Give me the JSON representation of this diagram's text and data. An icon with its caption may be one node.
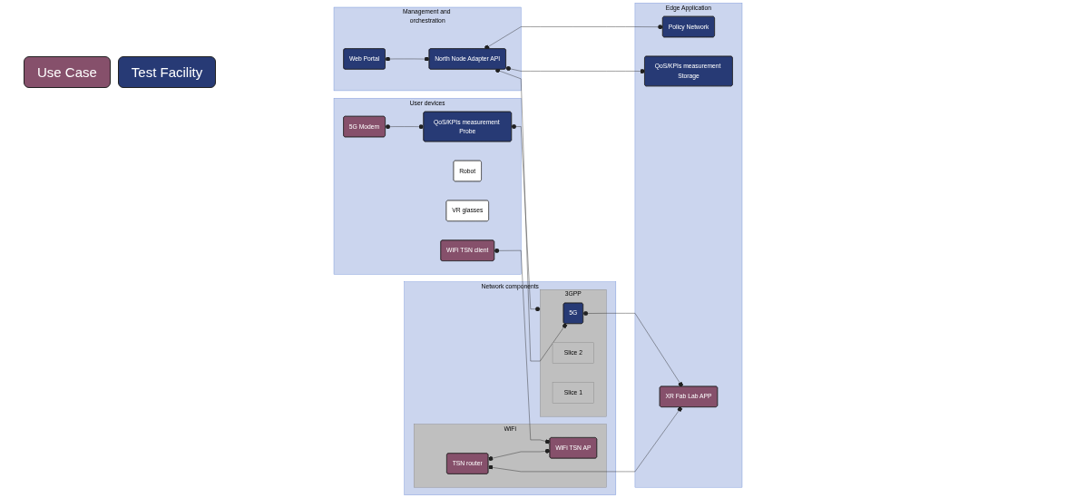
{
  "diagram": {
    "nodes": [
      {
        "text": [
          "Management and orchestration"
        ]
      },
      {
        "text": [
          "Web Portal"
        ],
        "in": 0
      },
      {
        "text": [
          "North Node Adapter API"
        ],
        "in": 0
      },
      {
        "text": [
          "Edge Application"
        ]
      },
      {
        "text": [
          "Policy Network"
        ],
        "in": 3
      },
      {
        "text": [
          "QoS/KPIs measurement Storage"
        ],
        "in": 3
      },
      {
        "text": [
          "XR Fab Lab APP"
        ],
        "in": 3
      },
      {
        "text": [
          "Network components"
        ]
      },
      {
        "text": [
          "WiFi"
        ],
        "in": 7
      },
      {
        "text": [
          "TSN router"
        ],
        "in": 8
      },
      {
        "text": [
          "WiFi TSN AP"
        ],
        "in": 8
      },
      {
        "text": [
          "3GPP"
        ],
        "in": 7
      },
      {
        "text": [
          "5G"
        ],
        "in": 11
      },
      {
        "text": [
          "Slice 2"
        ],
        "in": 11
      },
      {
        "text": [
          "Slice 1"
        ],
        "in": 11
      },
      {
        "text": [
          "User devices"
        ]
      },
      {
        "text": [
          "WiFi TSN client"
        ],
        "in": 15
      },
      {
        "text": [
          "Robot"
        ],
        "in": 15
      },
      {
        "text": [
          "5G Modem"
        ],
        "in": 15
      },
      {
        "text": [
          "VR glasses"
        ],
        "in": 15
      },
      {
        "text": [
          "QoS/KPIs measurement Probe"
        ],
        "in": 15
      }
    ],
    "edges": [
      {
        "from": 1,
        "to": 2,
        "arrow": "other"
      },
      {
        "from": 2,
        "to": 4,
        "arrow": "other"
      },
      {
        "from": 2,
        "to": 5,
        "arrow": "other"
      },
      {
        "from": 2,
        "to": 12,
        "arrow": "other"
      },
      {
        "from": 9,
        "to": 6,
        "arrow": "other"
      },
      {
        "from": 12,
        "to": 6,
        "arrow": "other"
      },
      {
        "from": 9,
        "to": 10,
        "arrow": "other"
      },
      {
        "from": 16,
        "to": 10,
        "arrow": "other"
      },
      {
        "from": 18,
        "to": 20,
        "arrow": "other"
      },
      {
        "from": 20,
        "to": 11,
        "arrow": "other"
      }
    ],
    "legend": [
      {
        "text": "Use Case",
        "color": "#86506b"
      },
      {
        "text": "Test Facility",
        "color": "#273a75"
      }
    ]
  }
}
